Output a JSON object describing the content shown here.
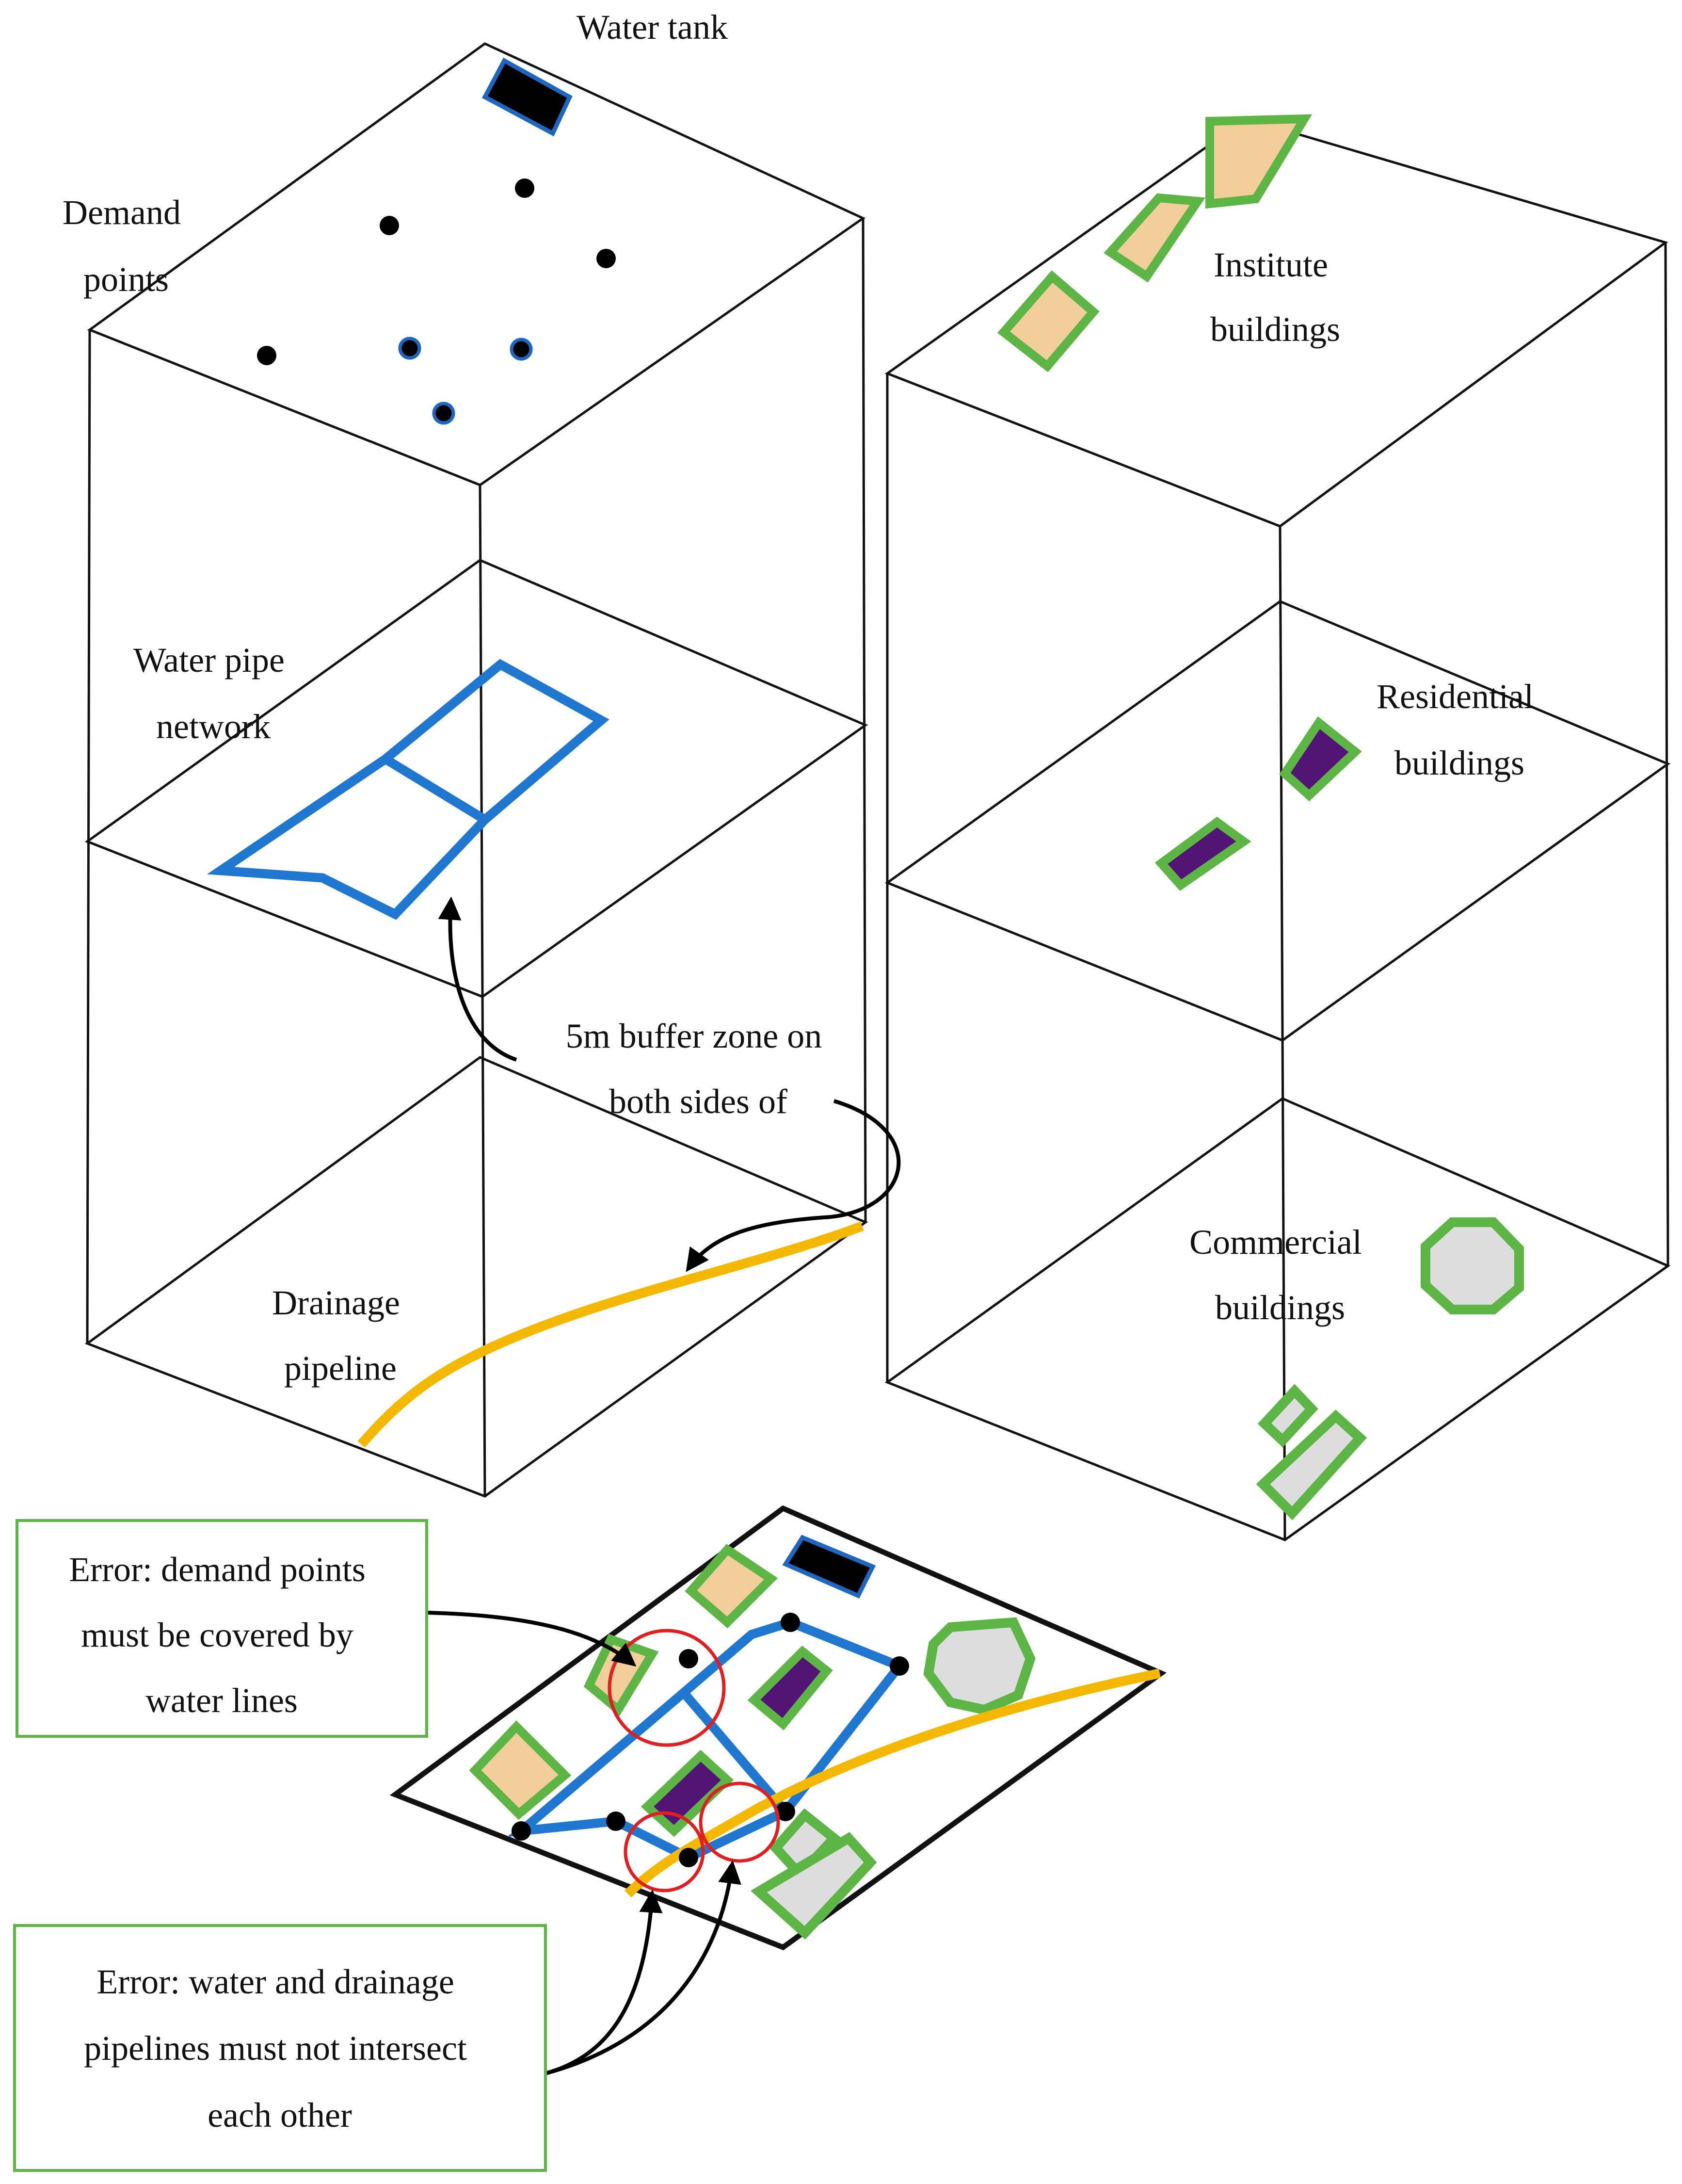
{
  "labels": {
    "water_tank": "Water tank",
    "demand_points": [
      "Demand",
      "points"
    ],
    "institute_buildings": [
      "Institute",
      "buildings"
    ],
    "water_pipe_network": [
      "Water pipe",
      "network"
    ],
    "residential_buildings": [
      "Residential",
      "buildings"
    ],
    "buffer_zone": [
      "5m buffer zone on",
      "both sides of"
    ],
    "drainage_pipeline": [
      "Drainage",
      "pipeline"
    ],
    "commercial_buildings": [
      "Commercial",
      "buildings"
    ]
  },
  "errors": {
    "demand_points": [
      "Error: demand points",
      "must be covered by",
      "water lines"
    ],
    "intersection": [
      "Error: water and drainage",
      "pipelines must not intersect",
      "each other"
    ]
  },
  "colors": {
    "water_pipe": "#1f77d0",
    "drainage": "#f5b800",
    "building_outline": "#5cb544",
    "institute_fill": "#f2cf9a",
    "residential_fill": "#521475",
    "commercial_fill": "#dddddd",
    "error_circle": "#e02020"
  }
}
